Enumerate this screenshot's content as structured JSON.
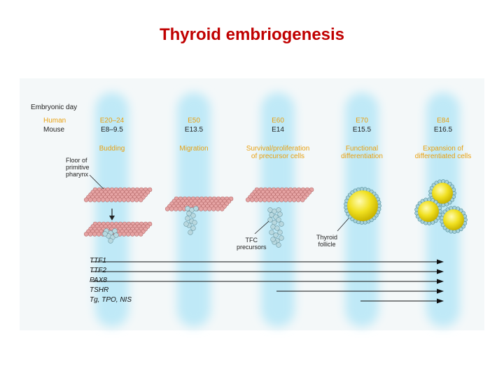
{
  "title": "Thyroid embriogenesis",
  "colors": {
    "title": "#c00000",
    "stage": "#e8a010",
    "column": "#bfe9f7",
    "cell": "#e6a4a4",
    "precursor": "#b8d8df",
    "follicle": "#f0e020"
  },
  "row_labels": {
    "embryonic_day": "Embryonic day",
    "human": "Human",
    "mouse": "Mouse"
  },
  "columns": [
    {
      "human": "E20–24",
      "mouse": "E8–9.5",
      "stage": "Budding"
    },
    {
      "human": "E50",
      "mouse": "E13.5",
      "stage": "Migration"
    },
    {
      "human": "E60",
      "mouse": "E14",
      "stage": "Survival/proliferation\nof precursor cells"
    },
    {
      "human": "E70",
      "mouse": "E15.5",
      "stage": "Functional\ndifferentiation"
    },
    {
      "human": "E84",
      "mouse": "E16.5",
      "stage": "Expansion of\ndifferentiated cells"
    }
  ],
  "annotations": {
    "floor": "Floor of\nprimitive\npharynx",
    "tfc": "TFC\nprecursors",
    "follicle": "Thyroid\nfollicle"
  },
  "genes": [
    {
      "name": "TTF1",
      "starts_at_column": 1
    },
    {
      "name": "TTF2",
      "starts_at_column": 1
    },
    {
      "name": "PAX8",
      "starts_at_column": 1
    },
    {
      "name": "TSHR",
      "starts_at_column": 3
    },
    {
      "name": "Tg, TPO, NIS",
      "starts_at_column": 4
    }
  ]
}
